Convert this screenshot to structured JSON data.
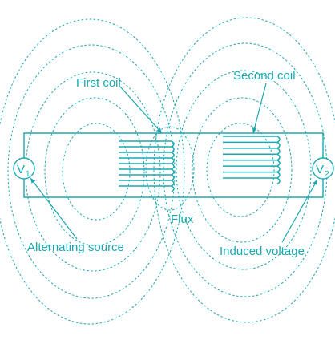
{
  "colors": {
    "ink": "#1aa8b0",
    "background": "#ffffff"
  },
  "labels": {
    "first_coil": "First coil",
    "second_coil": "Second coil",
    "flux": "Flux",
    "alternating_source": "Alternating source",
    "induced_voltage": "Induced voltage"
  },
  "meters": {
    "v1": {
      "letter": "V",
      "sub": "1"
    },
    "v2": {
      "letter": "V",
      "sub": "2"
    }
  }
}
